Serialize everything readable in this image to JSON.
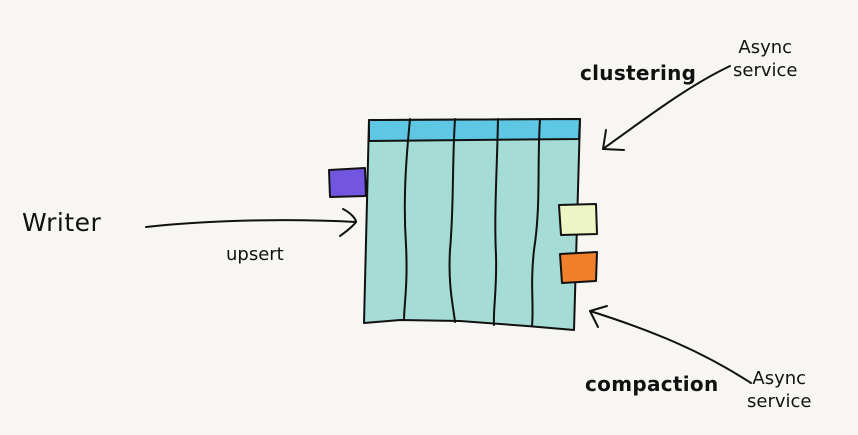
{
  "labels": {
    "writer": "Writer",
    "upsert": "upsert",
    "clustering": "clustering",
    "compaction": "compaction",
    "async_top_line1": "Async",
    "async_top_line2": "service",
    "async_bottom_line1": "Async",
    "async_bottom_line2": "service"
  },
  "colors": {
    "table_body": "#a6dcd6",
    "table_header": "#5ec8e4",
    "writer_block": "#7356e0",
    "clustering_block": "#eef5c4",
    "compaction_block": "#f07f2c",
    "ink": "#111111",
    "background": "#f7f6f3"
  }
}
